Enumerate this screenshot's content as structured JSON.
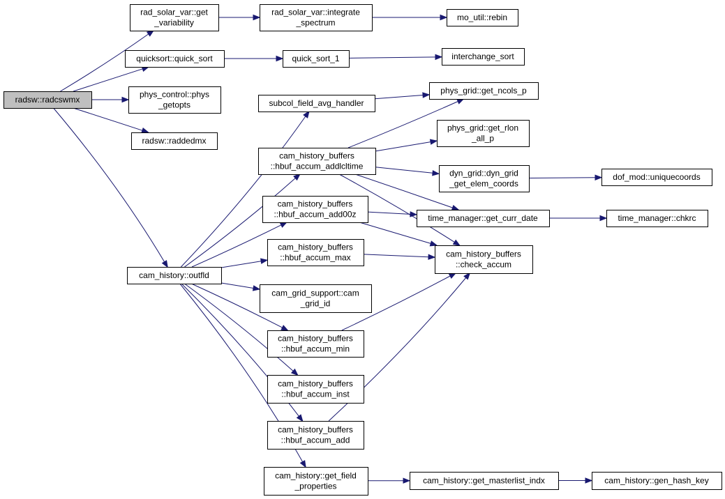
{
  "colors": {
    "edge": "#191970",
    "root_fill": "#bfbfbf",
    "node_fill": "#ffffff",
    "border": "#000000"
  },
  "nodes": [
    {
      "id": "radcswmx",
      "lines": [
        "radsw::radcswmx"
      ],
      "root": true
    },
    {
      "id": "get_variability",
      "lines": [
        "rad_solar_var::get",
        "_variability"
      ]
    },
    {
      "id": "integrate_spectrum",
      "lines": [
        "rad_solar_var::integrate",
        "_spectrum"
      ]
    },
    {
      "id": "rebin",
      "lines": [
        "mo_util::rebin"
      ]
    },
    {
      "id": "quick_sort",
      "lines": [
        "quicksort::quick_sort"
      ]
    },
    {
      "id": "quick_sort_1",
      "lines": [
        "quick_sort_1"
      ]
    },
    {
      "id": "interchange_sort",
      "lines": [
        "interchange_sort"
      ]
    },
    {
      "id": "phys_getopts",
      "lines": [
        "phys_control::phys",
        "_getopts"
      ]
    },
    {
      "id": "raddedmx",
      "lines": [
        "radsw::raddedmx"
      ]
    },
    {
      "id": "subcol_handler",
      "lines": [
        "subcol_field_avg_handler"
      ]
    },
    {
      "id": "get_ncols_p",
      "lines": [
        "phys_grid::get_ncols_p"
      ]
    },
    {
      "id": "get_rlon_all_p",
      "lines": [
        "phys_grid::get_rlon",
        "_all_p"
      ]
    },
    {
      "id": "addlcltime",
      "lines": [
        "cam_history_buffers",
        "::hbuf_accum_addlcltime"
      ]
    },
    {
      "id": "dyn_grid_coords",
      "lines": [
        "dyn_grid::dyn_grid",
        "_get_elem_coords"
      ]
    },
    {
      "id": "uniquecoords",
      "lines": [
        "dof_mod::uniquecoords"
      ]
    },
    {
      "id": "add00z",
      "lines": [
        "cam_history_buffers",
        "::hbuf_accum_add00z"
      ]
    },
    {
      "id": "get_curr_date",
      "lines": [
        "time_manager::get_curr_date"
      ]
    },
    {
      "id": "chkrc",
      "lines": [
        "time_manager::chkrc"
      ]
    },
    {
      "id": "accum_max",
      "lines": [
        "cam_history_buffers",
        "::hbuf_accum_max"
      ]
    },
    {
      "id": "check_accum",
      "lines": [
        "cam_history_buffers",
        "::check_accum"
      ]
    },
    {
      "id": "outfld",
      "lines": [
        "cam_history::outfld"
      ]
    },
    {
      "id": "cam_grid_id",
      "lines": [
        "cam_grid_support::cam",
        "_grid_id"
      ]
    },
    {
      "id": "accum_min",
      "lines": [
        "cam_history_buffers",
        "::hbuf_accum_min"
      ]
    },
    {
      "id": "accum_inst",
      "lines": [
        "cam_history_buffers",
        "::hbuf_accum_inst"
      ]
    },
    {
      "id": "accum_add",
      "lines": [
        "cam_history_buffers",
        "::hbuf_accum_add"
      ]
    },
    {
      "id": "get_field_properties",
      "lines": [
        "cam_history::get_field",
        "_properties"
      ]
    },
    {
      "id": "get_masterlist_indx",
      "lines": [
        "cam_history::get_masterlist_indx"
      ]
    },
    {
      "id": "gen_hash_key",
      "lines": [
        "cam_history::gen_hash_key"
      ]
    }
  ],
  "edges": [
    [
      "radcswmx",
      "get_variability"
    ],
    [
      "radcswmx",
      "quick_sort"
    ],
    [
      "radcswmx",
      "phys_getopts"
    ],
    [
      "radcswmx",
      "raddedmx"
    ],
    [
      "radcswmx",
      "outfld"
    ],
    [
      "get_variability",
      "integrate_spectrum"
    ],
    [
      "integrate_spectrum",
      "rebin"
    ],
    [
      "quick_sort",
      "quick_sort_1"
    ],
    [
      "quick_sort_1",
      "interchange_sort"
    ],
    [
      "outfld",
      "subcol_handler"
    ],
    [
      "outfld",
      "addlcltime"
    ],
    [
      "outfld",
      "add00z"
    ],
    [
      "outfld",
      "accum_max"
    ],
    [
      "outfld",
      "cam_grid_id"
    ],
    [
      "outfld",
      "accum_min"
    ],
    [
      "outfld",
      "accum_inst"
    ],
    [
      "outfld",
      "accum_add"
    ],
    [
      "outfld",
      "get_field_properties"
    ],
    [
      "subcol_handler",
      "get_ncols_p"
    ],
    [
      "addlcltime",
      "get_ncols_p"
    ],
    [
      "addlcltime",
      "get_rlon_all_p"
    ],
    [
      "addlcltime",
      "dyn_grid_coords"
    ],
    [
      "addlcltime",
      "get_curr_date"
    ],
    [
      "addlcltime",
      "check_accum"
    ],
    [
      "dyn_grid_coords",
      "uniquecoords"
    ],
    [
      "add00z",
      "get_curr_date"
    ],
    [
      "add00z",
      "check_accum"
    ],
    [
      "get_curr_date",
      "chkrc"
    ],
    [
      "accum_max",
      "check_accum"
    ],
    [
      "accum_min",
      "check_accum"
    ],
    [
      "accum_add",
      "check_accum"
    ],
    [
      "get_field_properties",
      "get_masterlist_indx"
    ],
    [
      "get_masterlist_indx",
      "gen_hash_key"
    ]
  ]
}
